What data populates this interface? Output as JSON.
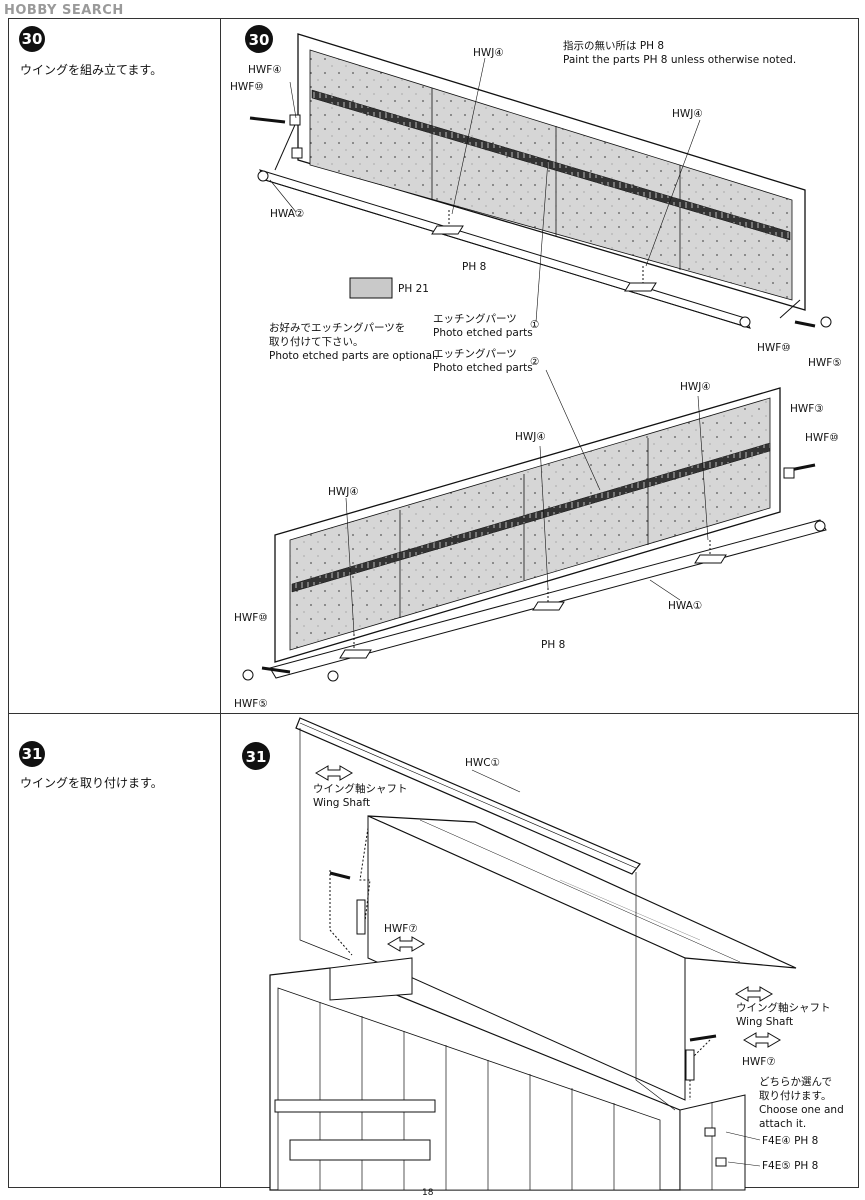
{
  "watermark": "HOBBY SEARCH",
  "page_number": "18",
  "step30": {
    "number": "30",
    "instruction": "ウイングを組み立てます。",
    "paint_note_jp": "指示の無い所は PH 8",
    "paint_note_en": "Paint the parts PH 8 unless otherwise noted.",
    "color_chip_label": "PH 21",
    "optional_note_jp_1": "お好みでエッチングパーツを",
    "optional_note_jp_2": "取り付けて下さい。",
    "optional_note_en": "Photo etched parts are optional.",
    "etched1_jp": "エッチングパーツ",
    "etched1_en": "Photo etched parts",
    "etched1_num": "①",
    "etched2_jp": "エッチングパーツ",
    "etched2_en": "Photo etched parts",
    "etched2_num": "②",
    "top_labels": {
      "hwf4": "HWF④",
      "hwf10": "HWF⑩",
      "hwj4_a": "HWJ④",
      "hwj4_b": "HWJ④",
      "hwa2": "HWA②",
      "ph8": "PH 8",
      "hwf10_r": "HWF⑩",
      "hwf5_r": "HWF⑤"
    },
    "bottom_labels": {
      "hwj4_a": "HWJ④",
      "hwj4_b": "HWJ④",
      "hwj4_c": "HWJ④",
      "hwf3": "HWF③",
      "hwf10_r": "HWF⑩",
      "hwa1": "HWA①",
      "ph8": "PH 8",
      "hwf10_l": "HWF⑩",
      "hwf5_l": "HWF⑤"
    }
  },
  "step31": {
    "number": "31",
    "instruction": "ウイングを取り付けます。",
    "hwc1": "HWC①",
    "wing_shaft_jp_1": "ウイング軸シャフト",
    "wing_shaft_en_1": "Wing Shaft",
    "hwf7_a": "HWF⑦",
    "wing_shaft_jp_2": "ウイング軸シャフト",
    "wing_shaft_en_2": "Wing Shaft",
    "hwf7_b": "HWF⑦",
    "choose_jp_1": "どちらか選んで",
    "choose_jp_2": "取り付けます。",
    "choose_en_1": "Choose one and",
    "choose_en_2": "attach it.",
    "f4e4": "F4E④ PH 8",
    "f4e5": "F4E⑤ PH 8"
  }
}
